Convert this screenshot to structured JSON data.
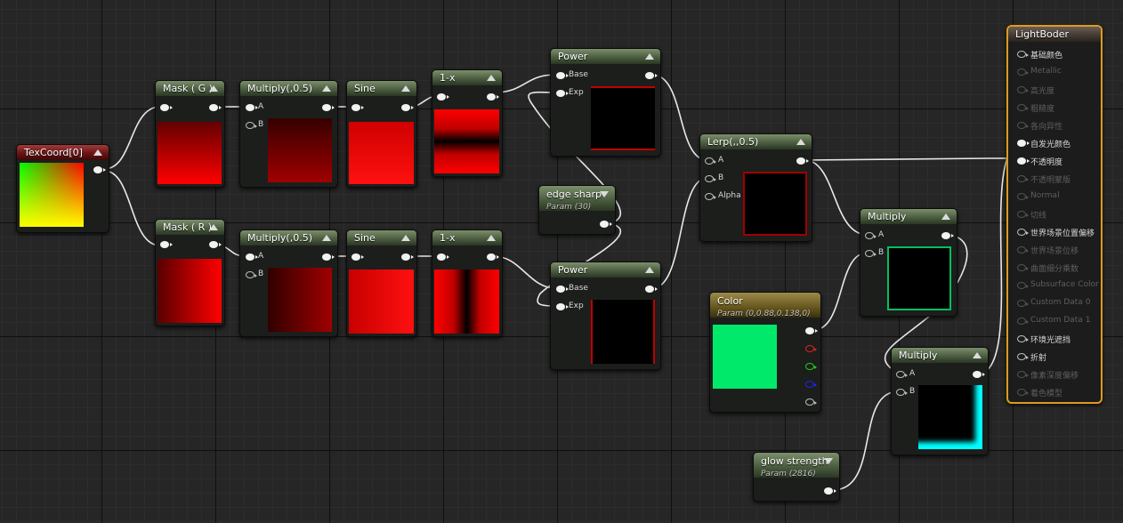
{
  "nodes": {
    "texcoord": {
      "title": "TexCoord[0]"
    },
    "mask_g": {
      "title": "Mask ( G )"
    },
    "mask_r": {
      "title": "Mask ( R )"
    },
    "multiply_top": {
      "title": "Multiply(,0.5)",
      "pin_a": "A",
      "pin_b": "B"
    },
    "multiply_bot": {
      "title": "Multiply(,0.5)",
      "pin_a": "A",
      "pin_b": "B"
    },
    "sine_top": {
      "title": "Sine"
    },
    "sine_bot": {
      "title": "Sine"
    },
    "oneminus_top": {
      "title": "1-x"
    },
    "oneminus_bot": {
      "title": "1-x"
    },
    "power_top": {
      "title": "Power",
      "pin_base": "Base",
      "pin_exp": "Exp"
    },
    "power_bot": {
      "title": "Power",
      "pin_base": "Base",
      "pin_exp": "Exp"
    },
    "edge_sharp": {
      "title": "edge sharp",
      "subtitle": "Param (30)"
    },
    "lerp": {
      "title": "Lerp(,,0.5)",
      "pin_a": "A",
      "pin_b": "B",
      "pin_alpha": "Alpha"
    },
    "multiply_mid": {
      "title": "Multiply",
      "pin_a": "A",
      "pin_b": "B"
    },
    "multiply_low": {
      "title": "Multiply",
      "pin_a": "A",
      "pin_b": "B"
    },
    "color": {
      "title": "Color",
      "subtitle": "Param (0,0.88,0.138,0)",
      "swatch": "#00e96b"
    },
    "glow_strength": {
      "title": "glow strength",
      "subtitle": "Param (2816)"
    }
  },
  "material": {
    "title": "LightBoder",
    "inputs": [
      {
        "label": "基础颜色",
        "active": true
      },
      {
        "label": "Metallic",
        "active": false
      },
      {
        "label": "高光度",
        "active": false
      },
      {
        "label": "粗糙度",
        "active": false
      },
      {
        "label": "各向异性",
        "active": false
      },
      {
        "label": "自发光颜色",
        "active": true,
        "connected": true
      },
      {
        "label": "不透明度",
        "active": true,
        "connected": true
      },
      {
        "label": "不透明蒙版",
        "active": false
      },
      {
        "label": "Normal",
        "active": false
      },
      {
        "label": "切线",
        "active": false
      },
      {
        "label": "世界场景位置偏移",
        "active": true
      },
      {
        "label": "世界场景位移",
        "active": false
      },
      {
        "label": "曲面细分乘数",
        "active": false
      },
      {
        "label": "Subsurface Color",
        "active": false
      },
      {
        "label": "Custom Data 0",
        "active": false
      },
      {
        "label": "Custom Data 1",
        "active": false
      },
      {
        "label": "环境光遮挡",
        "active": true
      },
      {
        "label": "折射",
        "active": true
      },
      {
        "label": "像素深度偏移",
        "active": false
      },
      {
        "label": "着色模型",
        "active": false
      }
    ]
  },
  "colors": {
    "accent_output": "#e09a1c",
    "wire": "#e8e8e8"
  }
}
